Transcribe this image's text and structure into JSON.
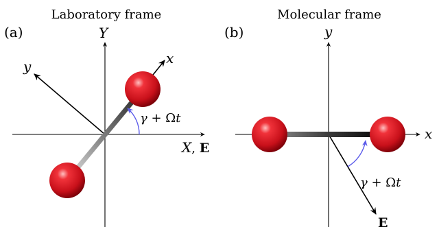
{
  "panel_a": {
    "title": "Laboratory frame",
    "label": "(a)",
    "axis_vertical": "Y",
    "axis_horizontal": "X",
    "axis_horizontal_suffix": ", ",
    "field_label": "E",
    "body_x": "x",
    "body_y": "y",
    "angle": {
      "gamma": "γ",
      "plus": " + ",
      "omega": "Ω",
      "t": "t"
    }
  },
  "panel_b": {
    "title": "Molecular frame",
    "label": "(b)",
    "axis_vertical": "y",
    "axis_horizontal": "x",
    "field_label": "E",
    "angle": {
      "gamma": "γ",
      "plus": " + ",
      "omega": "Ω",
      "t": "t"
    }
  },
  "colors": {
    "atom": "#d8101a",
    "arc": "#5b5bea",
    "axes": "#000000"
  }
}
